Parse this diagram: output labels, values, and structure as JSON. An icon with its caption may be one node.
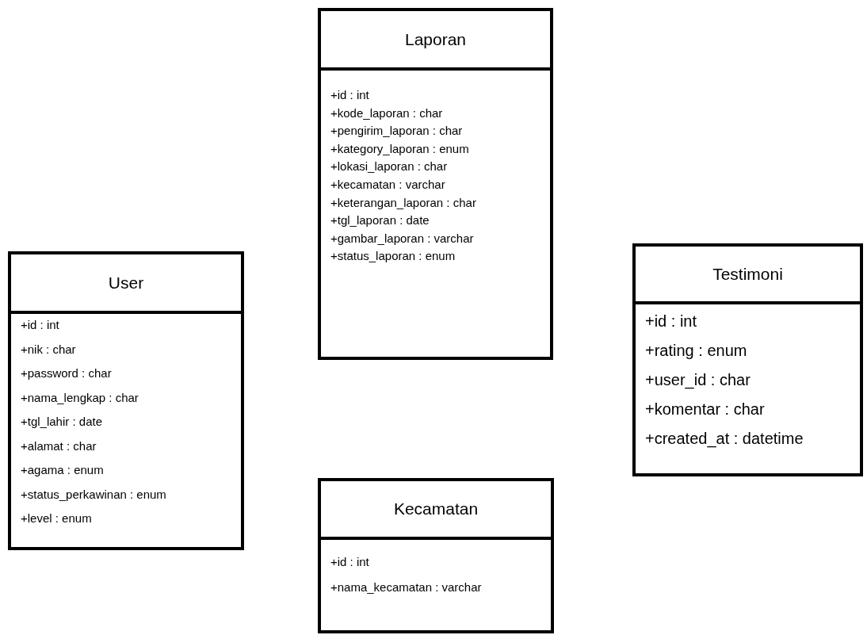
{
  "diagram": {
    "nodes": [
      {
        "text": [
          "Laporan",
          "+id : int",
          "+kode_laporan : char",
          "+pengirim_laporan : char",
          "+kategory_laporan : enum",
          "+lokasi_laporan : char",
          "+kecamatan : varchar",
          "+keterangan_laporan : char",
          "+tgl_laporan : date",
          "+gambar_laporan : varchar",
          "+status_laporan : enum"
        ]
      },
      {
        "text": [
          "Testimoni",
          "+id : int",
          "+rating : enum",
          "+user_id : char",
          "+komentar : char",
          "+created_at : datetime"
        ]
      },
      {
        "text": [
          "User",
          "+id : int",
          "+nik : char",
          "+password : char",
          "+nama_lengkap : char",
          "+tgl_lahir : date",
          "+alamat : char",
          "+agama : enum",
          "+status_perkawinan : enum",
          "+level : enum"
        ]
      },
      {
        "text": [
          "Kecamatan",
          "+id : int",
          "+nama_kecamatan : varchar"
        ]
      }
    ]
  }
}
